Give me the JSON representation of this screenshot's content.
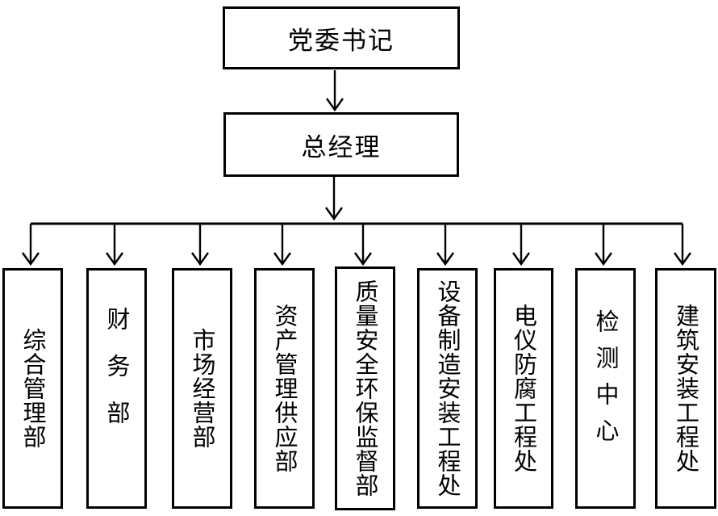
{
  "chart": {
    "type": "org-chart",
    "colors": {
      "background": "#ffffff",
      "line": "#000000",
      "box_border": "#000000",
      "text": "#000000"
    },
    "nodes": {
      "root": {
        "label": "党委书记",
        "level": 1
      },
      "manager": {
        "label": "总经理",
        "level": 2
      },
      "departments": [
        {
          "label": "综合管理部"
        },
        {
          "label": "财务部"
        },
        {
          "label": "市场经营部"
        },
        {
          "label": "资产管理供应部"
        },
        {
          "label": "质量安全环保监督部"
        },
        {
          "label": "设备制造安装工程处"
        },
        {
          "label": "电仪防腐工程处"
        },
        {
          "label": "检测中心"
        },
        {
          "label": "建筑安装工程处"
        }
      ]
    },
    "edges": [
      {
        "from": "党委书记",
        "to": "总经理"
      },
      {
        "from": "总经理",
        "to": "综合管理部"
      },
      {
        "from": "总经理",
        "to": "财务部"
      },
      {
        "from": "总经理",
        "to": "市场经营部"
      },
      {
        "from": "总经理",
        "to": "资产管理供应部"
      },
      {
        "from": "总经理",
        "to": "质量安全环保监督部"
      },
      {
        "from": "总经理",
        "to": "设备制造安装工程处"
      },
      {
        "from": "总经理",
        "to": "电仪防腐工程处"
      },
      {
        "from": "总经理",
        "to": "检测中心"
      },
      {
        "from": "总经理",
        "to": "建筑安装工程处"
      }
    ]
  }
}
